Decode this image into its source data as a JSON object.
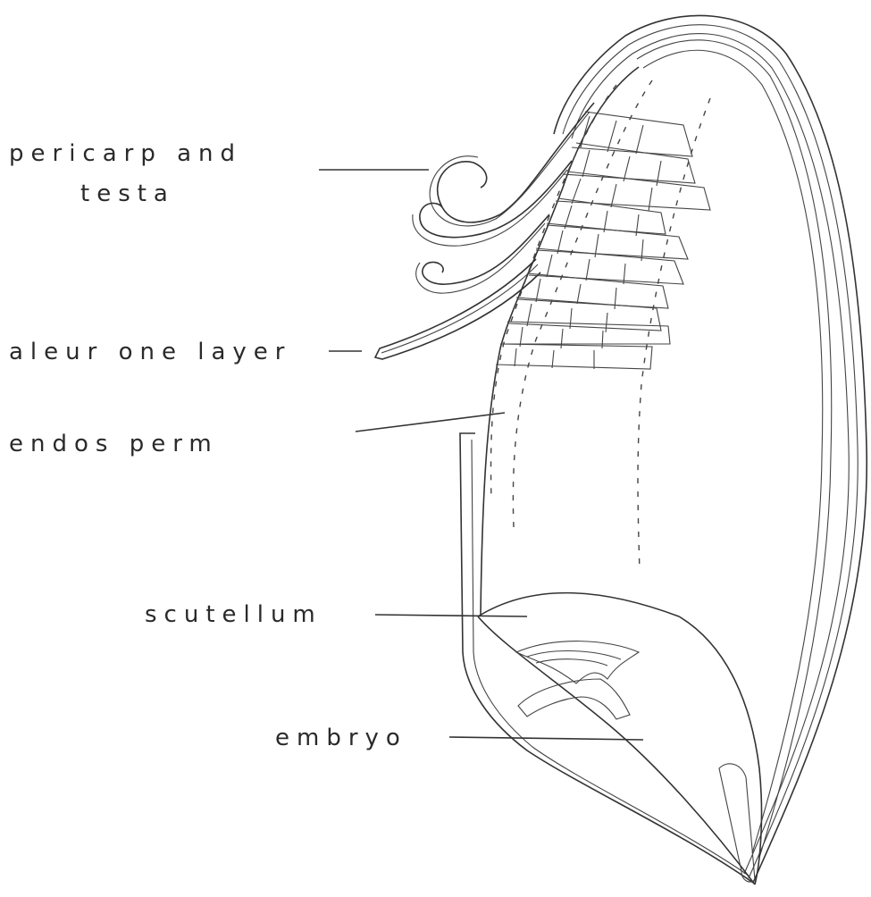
{
  "diagram": {
    "labels": {
      "pericarp_line1": "pericarp and",
      "pericarp_line2": "testa",
      "aleurone": "aleur one layer",
      "endosperm": "endos perm",
      "scutellum": "scutellum",
      "embryo": "embryo"
    }
  }
}
